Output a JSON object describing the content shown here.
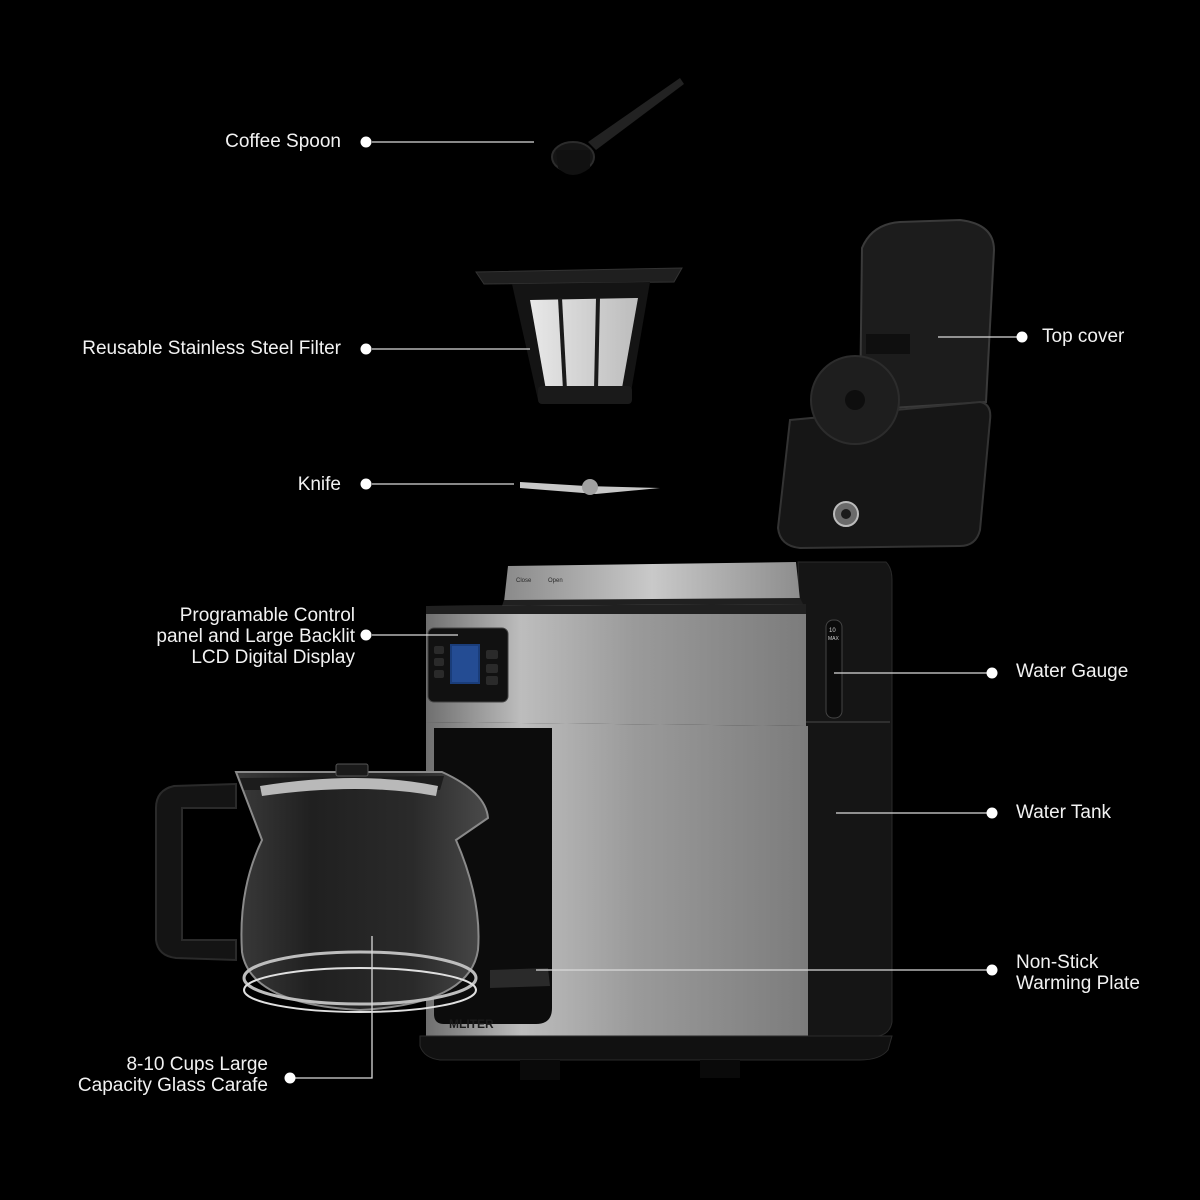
{
  "labels": {
    "coffee_spoon": "Coffee Spoon",
    "filter": "Reusable Stainless Steel Filter",
    "knife": "Knife",
    "control_panel": [
      "Programable Control",
      "panel and Large Backlit",
      "LCD Digital Display"
    ],
    "carafe": [
      "8-10 Cups Large",
      "Capacity Glass Carafe"
    ],
    "top_cover": "Top cover",
    "water_gauge": "Water Gauge",
    "water_tank": "Water Tank",
    "warming_plate": [
      "Non-Stick",
      "Warming Plate"
    ]
  },
  "product": {
    "brand": "MLITER",
    "lid_close": "Close",
    "lid_open": "Open",
    "gauge_max": "10",
    "gauge_max_label": "MAX"
  },
  "colors": {
    "background": "#000000",
    "label_text": "#f2f2f2",
    "leader_line": "#d9d9d9",
    "stainless": "#a9a9a9",
    "plastic": "#1a1a1a"
  }
}
